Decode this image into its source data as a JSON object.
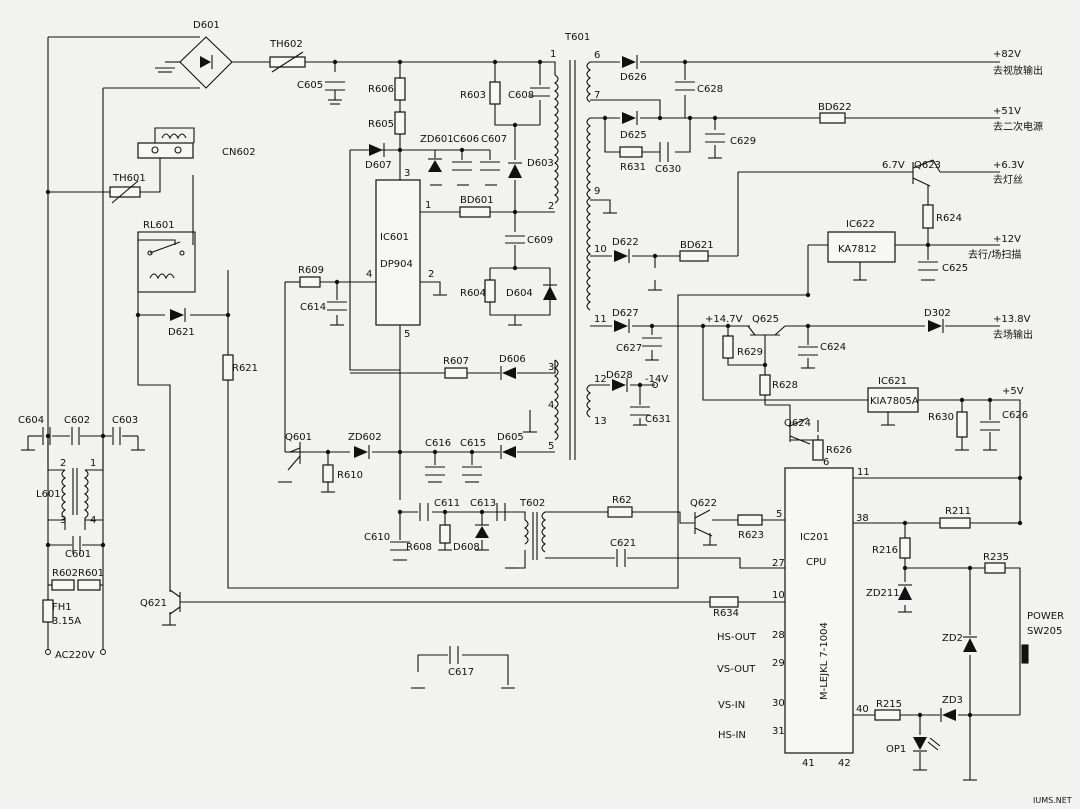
{
  "labels": {
    "D601": "D601",
    "TH602": "TH602",
    "C605": "C605",
    "R606": "R606",
    "R605": "R605",
    "R603": "R603",
    "C608": "C608",
    "T601": "T601",
    "D626": "D626",
    "C628": "C628",
    "out82": "+82V",
    "out82_cn": "去视放输出",
    "BD622": "BD622",
    "out51": "+51V",
    "out51_cn": "去二次电源",
    "D625": "D625",
    "R631": "R631",
    "C630": "C630",
    "C629": "C629",
    "v67": "6.7V",
    "Q623": "Q623",
    "out63": "+6.3V",
    "out63_cn": "去灯丝",
    "R624": "R624",
    "CN602": "CN602",
    "TH601": "TH601",
    "D607": "D607",
    "ZD601": "ZD601",
    "C606": "C606",
    "C607": "C607",
    "D603": "D603",
    "IC601": "IC601",
    "DP904": "DP904",
    "BD601": "BD601",
    "C609": "C609",
    "IC622": "IC622",
    "KA7812": "KA7812",
    "out12": "+12V",
    "out12_cn": "去行/场扫描",
    "C625": "C625",
    "RL601": "RL601",
    "D622": "D622",
    "BD621": "BD621",
    "R609": "R609",
    "C614": "C614",
    "R604": "R604",
    "D604": "D604",
    "D627": "D627",
    "v147": "+14.7V",
    "Q625": "Q625",
    "D302": "D302",
    "out138": "+13.8V",
    "out138_cn": "去场输出",
    "D621": "D621",
    "C627": "C627",
    "R629": "R629",
    "C624": "C624",
    "R621": "R621",
    "R607": "R607",
    "D606": "D606",
    "D628": "D628",
    "vm14": "-14V",
    "R628": "R628",
    "IC621": "IC621",
    "KIA7805A": "KIA7805A",
    "out5": "+5V",
    "C631": "C631",
    "R630": "R630",
    "C626": "C626",
    "C604": "C604",
    "C602": "C602",
    "C603": "C603",
    "Q601": "Q601",
    "ZD602": "ZD602",
    "C616": "C616",
    "C615": "C615",
    "D605": "D605",
    "Q624": "Q624",
    "R610": "R610",
    "R626": "R626",
    "L601": "L601",
    "C611": "C611",
    "C613": "C613",
    "T602": "T602",
    "R62": "R62",
    "Q622": "Q622",
    "C610": "C610",
    "R608": "R608",
    "D608": "D608",
    "R623": "R623",
    "IC201": "IC201",
    "CPU": "CPU",
    "chip": "M-LEJKL 7-1004",
    "R211": "R211",
    "C601": "C601",
    "R602": "R602",
    "R601": "R601",
    "C621": "C621",
    "R216": "R216",
    "R235": "R235",
    "FH1": "FH1",
    "FH1v": "3.15A",
    "ZD211": "ZD211",
    "POWER": "POWER",
    "SW205": "SW205",
    "Q621": "Q621",
    "R634": "R634",
    "ZD2": "ZD2",
    "AC220V": "AC220V",
    "HSOUT": "HS-OUT",
    "VSOUT": "VS-OUT",
    "C617": "C617",
    "VSIN": "VS-IN",
    "R215": "R215",
    "ZD3": "ZD3",
    "HSIN": "HS-IN",
    "OP1": "OP1",
    "watermark": "IUMS.NET"
  },
  "pins": {
    "t1": "1",
    "t2": "2",
    "t3": "3",
    "t4": "4",
    "t5": "5",
    "t6": "6",
    "t7": "7",
    "t9": "9",
    "t10": "10",
    "t11": "11",
    "t12": "12",
    "t13": "13",
    "ic3": "3",
    "ic1": "1",
    "ic4": "4",
    "ic2": "2",
    "ic5": "5",
    "l2": "2",
    "l1": "1",
    "l3": "3",
    "l4": "4",
    "c6": "6",
    "c11": "11",
    "c5": "5",
    "c38": "38",
    "c27": "27",
    "c10": "10",
    "c28": "28",
    "c29": "29",
    "c30": "30",
    "c40": "40",
    "c31": "31",
    "c41": "41",
    "c42": "42"
  }
}
